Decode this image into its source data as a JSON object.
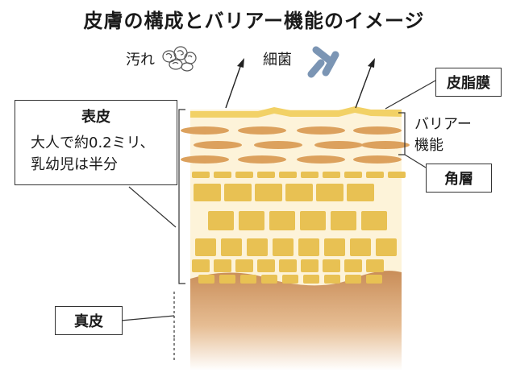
{
  "title": "皮膚の構成とバリアー機能のイメージ",
  "labels": {
    "dirt": "汚れ",
    "bacteria": "細菌",
    "sebum_film": "皮脂膜",
    "barrier_line1": "バリアー",
    "barrier_line2": "機能",
    "stratum_corneum": "角層",
    "epidermis": "表皮",
    "epidermis_note_line1": "大人で約0.2ミリ、",
    "epidermis_note_line2": "乳幼児は半分",
    "dermis": "真皮"
  },
  "colors": {
    "sebum": "#f2d166",
    "corneum": "#dca15d",
    "cells": "#e8c153",
    "dermis": "#d9a36a",
    "bacteria": "#7b95b4"
  },
  "icons": [
    "dirt-icon",
    "bacteria-icon"
  ]
}
